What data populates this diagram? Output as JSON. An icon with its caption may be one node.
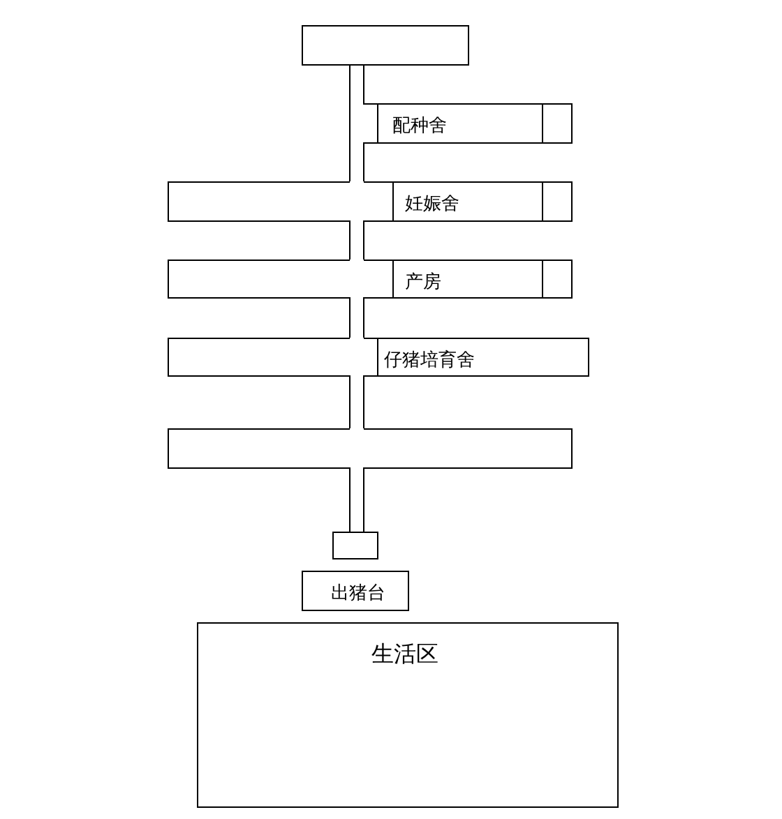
{
  "diagram": {
    "nodes": [
      {
        "text": [],
        "shape": "box"
      },
      {
        "text": [
          "配种舍"
        ]
      },
      {
        "text": [
          "妊娠舍"
        ]
      },
      {
        "text": [
          "产房"
        ]
      },
      {
        "text": [
          "仔猪培育舍"
        ]
      },
      {
        "text": [],
        "shape": "box"
      },
      {
        "text": [
          "出猪台"
        ]
      },
      {
        "text": [
          "生活区"
        ]
      }
    ],
    "edges": []
  }
}
